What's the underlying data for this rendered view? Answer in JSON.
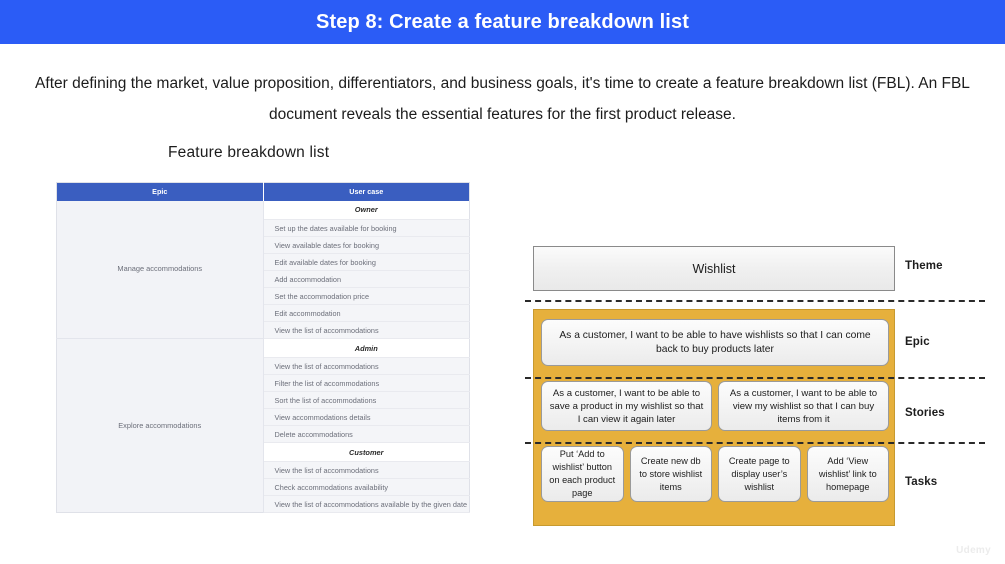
{
  "header": {
    "title": "Step 8: Create a feature breakdown list",
    "background_color": "#2B5CF6",
    "text_color": "#FFFFFF"
  },
  "intro": {
    "paragraph": "After defining the market, value proposition, differentiators, and business goals, it's time to create a feature breakdown list (FBL). An FBL document reveals the essential features for the first product release."
  },
  "fbl": {
    "heading": "Feature breakdown list",
    "header_color": "#3A5EC0",
    "columns": [
      "Epic",
      "User case"
    ],
    "epics": [
      {
        "name": "Manage accommodations",
        "groups": [
          {
            "role": "Owner",
            "cases": [
              "Set up the dates available for booking",
              "View available dates for booking",
              "Edit available dates for booking",
              "Add accommodation",
              "Set the accommodation price",
              "Edit accommodation",
              "View the list of accommodations"
            ]
          }
        ]
      },
      {
        "name": "Explore accommodations",
        "groups": [
          {
            "role": "Admin",
            "cases": [
              "View the list of accommodations",
              "Filter the list of accommodations",
              "Sort the list of accommodations",
              "View accommodations details",
              "Delete accommodations"
            ]
          },
          {
            "role": "Customer",
            "cases": [
              "View the list of accommodations",
              "Check accommodations availability",
              "View the list of accommodations available by the given date"
            ]
          }
        ]
      }
    ]
  },
  "agile_diagram": {
    "accent_color": "#E6B03C",
    "bands": [
      {
        "label": "Theme"
      },
      {
        "label": "Epic"
      },
      {
        "label": "Stories"
      },
      {
        "label": "Tasks"
      }
    ],
    "theme": "Wishlist",
    "epic": "As a customer, I want to be able to have wishlists so that I can come back to buy products later",
    "stories": [
      "As a customer, I want to be able to save a product in my wishlist so that I can view it again later",
      "As a customer, I want to be able to view my wishlist so that I can buy items from it"
    ],
    "tasks": [
      "Put ‘Add to wishlist’ button on each product page",
      "Create new db to store wishlist items",
      "Create page to display user’s wishlist",
      "Add ‘View wishlist’ link to homepage"
    ]
  },
  "watermark": {
    "text": "Udemy"
  }
}
